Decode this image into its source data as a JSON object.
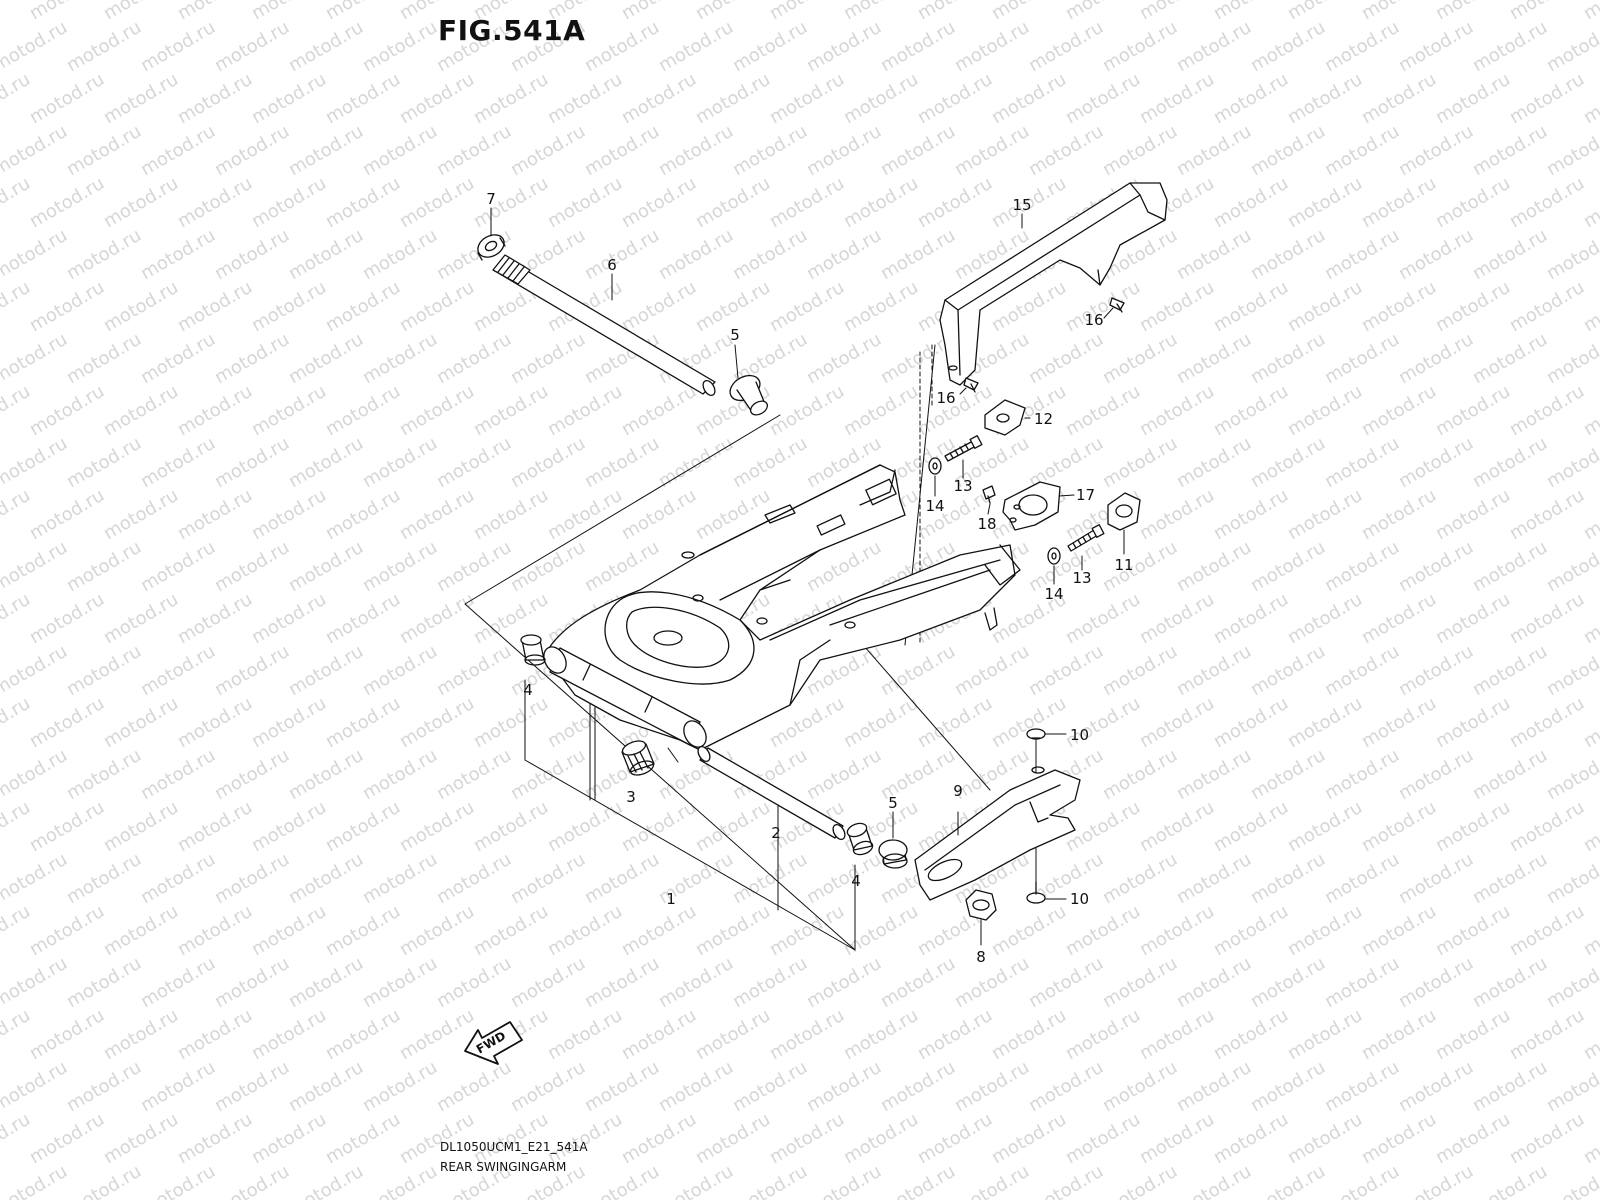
{
  "figure": {
    "title": "FIG.541A",
    "code": "DL1050UCM1_E21_541A",
    "name": "REAR SWINGINGARM",
    "watermark": "motod.ru",
    "fwd_label": "FWD"
  },
  "callouts": [
    {
      "id": "c1",
      "label": "1"
    },
    {
      "id": "c2",
      "label": "2"
    },
    {
      "id": "c3",
      "label": "3"
    },
    {
      "id": "c4a",
      "label": "4"
    },
    {
      "id": "c4b",
      "label": "4"
    },
    {
      "id": "c5a",
      "label": "5"
    },
    {
      "id": "c5b",
      "label": "5"
    },
    {
      "id": "c6",
      "label": "6"
    },
    {
      "id": "c7",
      "label": "7"
    },
    {
      "id": "c8",
      "label": "8"
    },
    {
      "id": "c9",
      "label": "9"
    },
    {
      "id": "c10a",
      "label": "10"
    },
    {
      "id": "c10b",
      "label": "10"
    },
    {
      "id": "c11",
      "label": "11"
    },
    {
      "id": "c12",
      "label": "12"
    },
    {
      "id": "c13a",
      "label": "13"
    },
    {
      "id": "c13b",
      "label": "13"
    },
    {
      "id": "c14a",
      "label": "14"
    },
    {
      "id": "c14b",
      "label": "14"
    },
    {
      "id": "c15",
      "label": "15"
    },
    {
      "id": "c16a",
      "label": "16"
    },
    {
      "id": "c16b",
      "label": "16"
    },
    {
      "id": "c17",
      "label": "17"
    },
    {
      "id": "c18",
      "label": "18"
    }
  ]
}
